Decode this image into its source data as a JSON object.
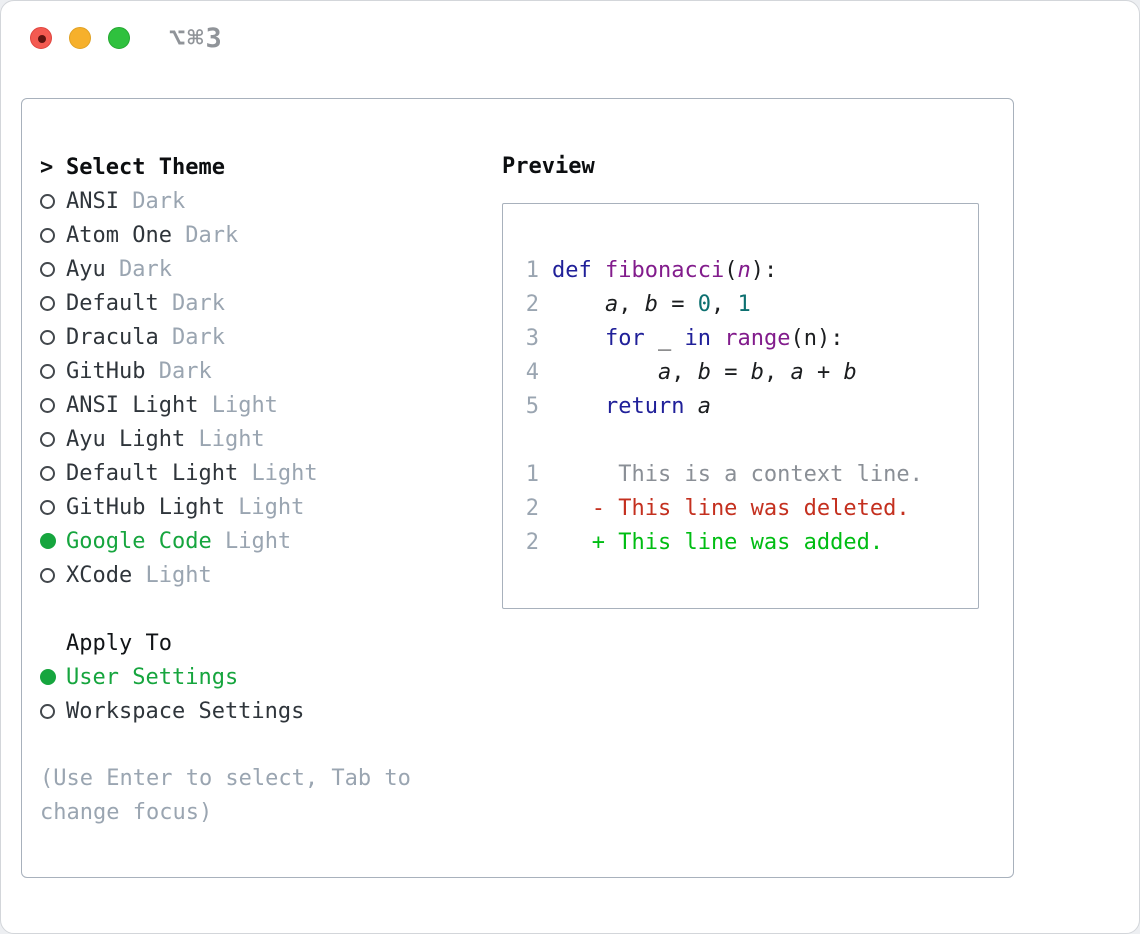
{
  "titlebar": {
    "title": "⌥⌘3",
    "buttons": [
      "close",
      "minimize",
      "zoom"
    ]
  },
  "theme_panel": {
    "header": {
      "indicator": ">",
      "label": "Select Theme"
    },
    "themes": [
      {
        "name": "ANSI",
        "tag": "Dark",
        "selected": false
      },
      {
        "name": "Atom One",
        "tag": "Dark",
        "selected": false
      },
      {
        "name": "Ayu",
        "tag": "Dark",
        "selected": false
      },
      {
        "name": "Default",
        "tag": "Dark",
        "selected": false
      },
      {
        "name": "Dracula",
        "tag": "Dark",
        "selected": false
      },
      {
        "name": "GitHub",
        "tag": "Dark",
        "selected": false
      },
      {
        "name": "ANSI Light",
        "tag": "Light",
        "selected": false
      },
      {
        "name": "Ayu Light",
        "tag": "Light",
        "selected": false
      },
      {
        "name": "Default Light",
        "tag": "Light",
        "selected": false
      },
      {
        "name": "GitHub Light",
        "tag": "Light",
        "selected": false
      },
      {
        "name": "Google Code",
        "tag": "Light",
        "selected": true
      },
      {
        "name": "XCode",
        "tag": "Light",
        "selected": false
      }
    ],
    "apply_to": {
      "label": "Apply To",
      "options": [
        {
          "name": "User Settings",
          "selected": true
        },
        {
          "name": "Workspace Settings",
          "selected": false
        }
      ]
    },
    "help_text": "(Use Enter to select, Tab to change focus)"
  },
  "preview": {
    "label": "Preview",
    "code_lines": [
      {
        "num": "1",
        "tokens": [
          {
            "t": "kw",
            "v": "def"
          },
          {
            "t": "plain",
            "v": " "
          },
          {
            "t": "fn",
            "v": "fibonacci"
          },
          {
            "t": "plain",
            "v": "("
          },
          {
            "t": "param",
            "v": "n"
          },
          {
            "t": "plain",
            "v": "):"
          }
        ]
      },
      {
        "num": "2",
        "tokens": [
          {
            "t": "plain",
            "v": "    "
          },
          {
            "t": "var",
            "v": "a"
          },
          {
            "t": "plain",
            "v": ", "
          },
          {
            "t": "var",
            "v": "b"
          },
          {
            "t": "plain",
            "v": " = "
          },
          {
            "t": "lit",
            "v": "0"
          },
          {
            "t": "plain",
            "v": ", "
          },
          {
            "t": "lit",
            "v": "1"
          }
        ]
      },
      {
        "num": "3",
        "tokens": [
          {
            "t": "plain",
            "v": "    "
          },
          {
            "t": "kw",
            "v": "for"
          },
          {
            "t": "plain",
            "v": " "
          },
          {
            "t": "var",
            "v": "_"
          },
          {
            "t": "plain",
            "v": " "
          },
          {
            "t": "kw",
            "v": "in"
          },
          {
            "t": "plain",
            "v": " "
          },
          {
            "t": "fn",
            "v": "range"
          },
          {
            "t": "plain",
            "v": "(n):"
          }
        ]
      },
      {
        "num": "4",
        "tokens": [
          {
            "t": "plain",
            "v": "        "
          },
          {
            "t": "var",
            "v": "a"
          },
          {
            "t": "plain",
            "v": ", "
          },
          {
            "t": "var",
            "v": "b"
          },
          {
            "t": "plain",
            "v": " = "
          },
          {
            "t": "var",
            "v": "b"
          },
          {
            "t": "plain",
            "v": ", "
          },
          {
            "t": "var",
            "v": "a"
          },
          {
            "t": "plain",
            "v": " + "
          },
          {
            "t": "var",
            "v": "b"
          }
        ]
      },
      {
        "num": "5",
        "tokens": [
          {
            "t": "plain",
            "v": "    "
          },
          {
            "t": "kw",
            "v": "return"
          },
          {
            "t": "plain",
            "v": " "
          },
          {
            "t": "var",
            "v": "a"
          }
        ]
      }
    ],
    "diff_lines": [
      {
        "num": "1",
        "type": "context",
        "text": "     This is a context line."
      },
      {
        "num": "2",
        "type": "deleted",
        "text": "   - This line was deleted."
      },
      {
        "num": "2",
        "type": "added",
        "text": "   + This line was added."
      }
    ]
  },
  "colors": {
    "accent_green": "#16a53e",
    "kw": "#202099",
    "fn": "#821c8c",
    "lit": "#0d7070",
    "plain": "#1b1d1f",
    "muted": "#9aa5b1",
    "context": "#8a8f96",
    "deleted": "#c4301f",
    "added": "#00bd13",
    "border": "#a8b1bc",
    "traffic_red": "#f35a51",
    "traffic_yellow": "#f6b02b",
    "traffic_green": "#2fc13e"
  }
}
